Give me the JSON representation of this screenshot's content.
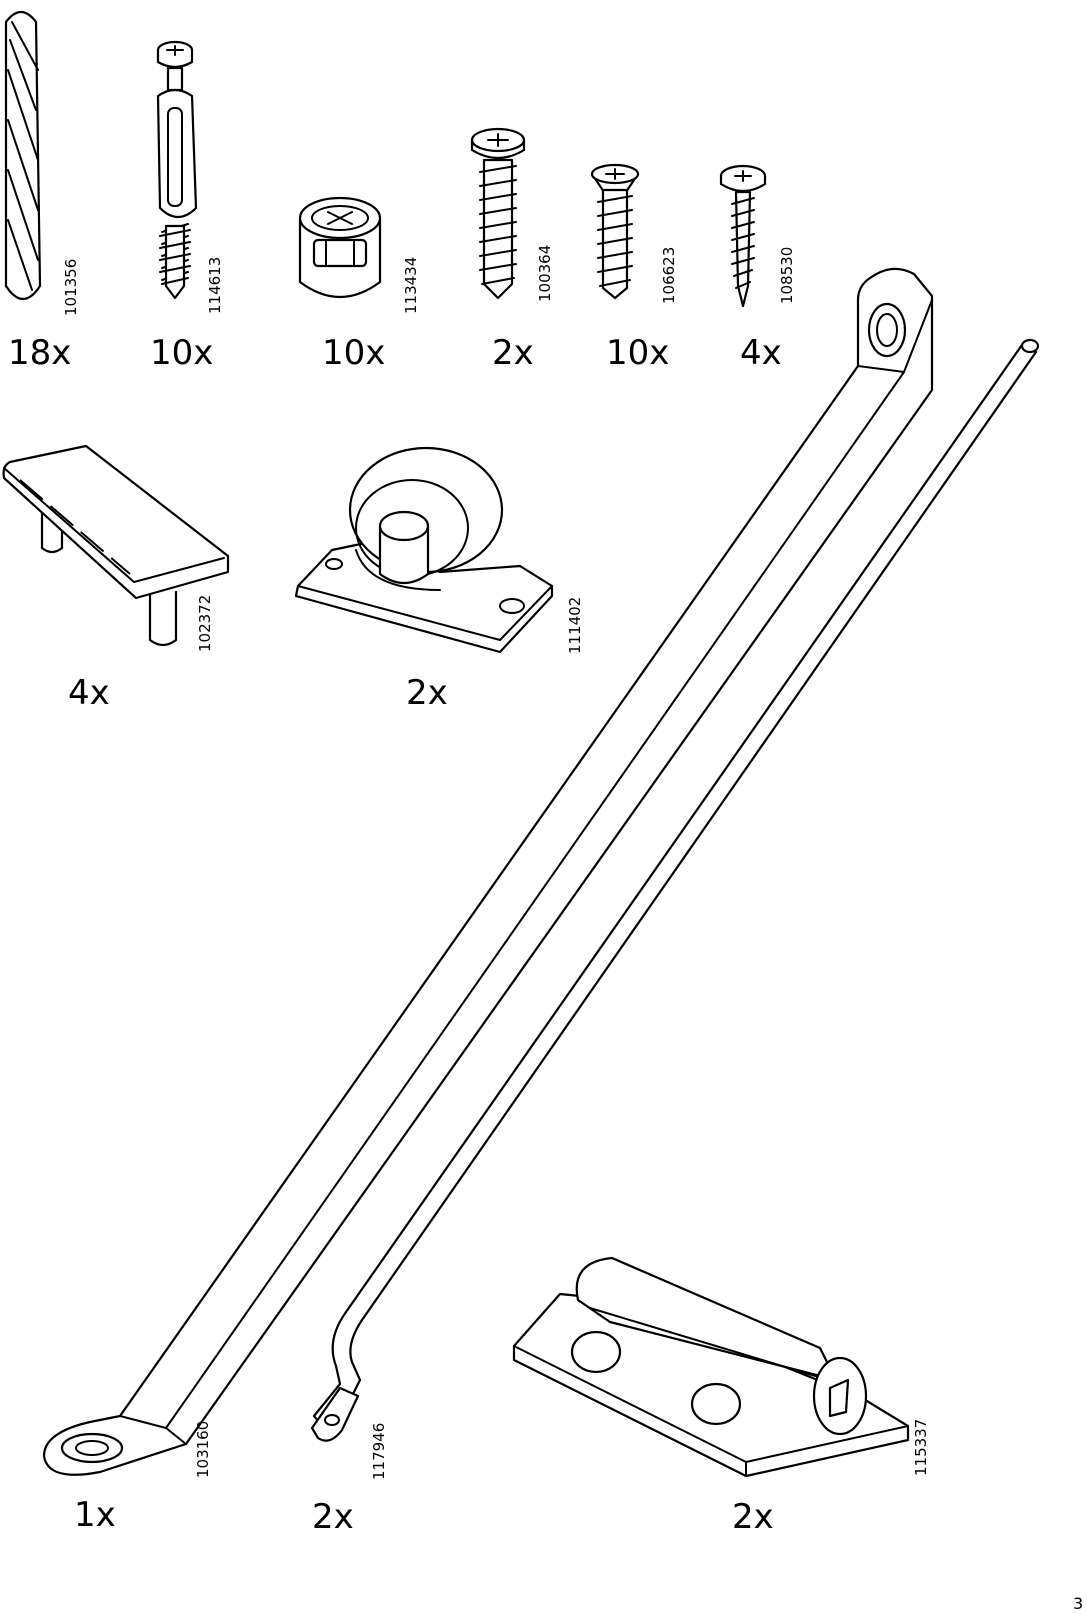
{
  "parts": [
    {
      "id": "dowel",
      "article": "101356",
      "quantity": "18x",
      "icon": "wooden-dowel"
    },
    {
      "id": "cam-bolt",
      "article": "114613",
      "quantity": "10x",
      "icon": "cam-lock-bolt"
    },
    {
      "id": "cam-lock",
      "article": "113434",
      "quantity": "10x",
      "icon": "cam-lock-nut"
    },
    {
      "id": "screw-large",
      "article": "100364",
      "quantity": "2x",
      "icon": "pan-head-screw"
    },
    {
      "id": "screw-flat",
      "article": "106623",
      "quantity": "10x",
      "icon": "countersunk-screw"
    },
    {
      "id": "screw-small",
      "article": "108530",
      "quantity": "4x",
      "icon": "wood-screw"
    },
    {
      "id": "handle",
      "article": "102372",
      "quantity": "4x",
      "icon": "pull-handle"
    },
    {
      "id": "castor",
      "article": "111402",
      "quantity": "2x",
      "icon": "castor-wheel"
    },
    {
      "id": "stay-bar",
      "article": "103160",
      "quantity": "1x",
      "icon": "flat-stay-bar"
    },
    {
      "id": "rod",
      "article": "117946",
      "quantity": "2x",
      "icon": "bent-rod"
    },
    {
      "id": "hinge",
      "article": "115337",
      "quantity": "2x",
      "icon": "hinge"
    }
  ],
  "page_number": "3"
}
